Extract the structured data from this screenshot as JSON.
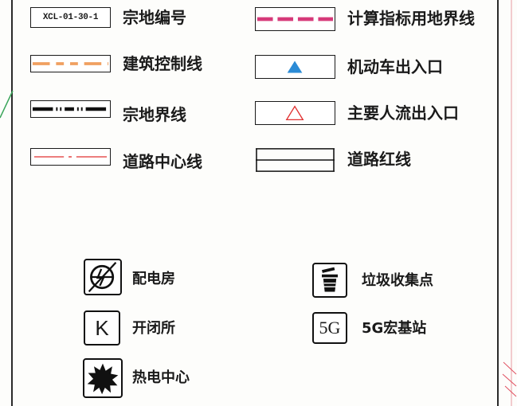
{
  "legend": {
    "left_items": [
      {
        "label": "宗地编号",
        "sample_text": "XCL-01-30-1",
        "symbol": "parcel-code-box"
      },
      {
        "label": "建筑控制线",
        "symbol": "orange-dashed-line",
        "color": "#f0a060"
      },
      {
        "label": "宗地界线",
        "symbol": "black-dash-dot-line",
        "color": "#111111"
      },
      {
        "label": "道路中心线",
        "symbol": "red-dash-dot-line",
        "color": "#e03030"
      }
    ],
    "right_items": [
      {
        "label": "计算指标用地界线",
        "symbol": "magenta-dashed-line",
        "color": "#d63a7a"
      },
      {
        "label": "机动车出入口",
        "symbol": "blue-filled-triangle",
        "color": "#2b8bd6"
      },
      {
        "label": "主要人流出入口",
        "symbol": "red-outline-triangle",
        "color": "#e03030"
      },
      {
        "label": "道路红线",
        "symbol": "double-black-line",
        "color": "#111111"
      }
    ]
  },
  "facilities": {
    "left": [
      {
        "label": "配电房",
        "icon": "power-distribution-icon"
      },
      {
        "label": "开闭所",
        "icon": "switching-station-icon",
        "glyph": "K"
      },
      {
        "label": "热电中心",
        "icon": "thermal-power-center-icon"
      }
    ],
    "right": [
      {
        "label": "垃圾收集点",
        "icon": "garbage-collection-icon"
      },
      {
        "label": "5G宏基站",
        "icon": "5g-base-station-icon",
        "glyph": "5G"
      }
    ]
  }
}
